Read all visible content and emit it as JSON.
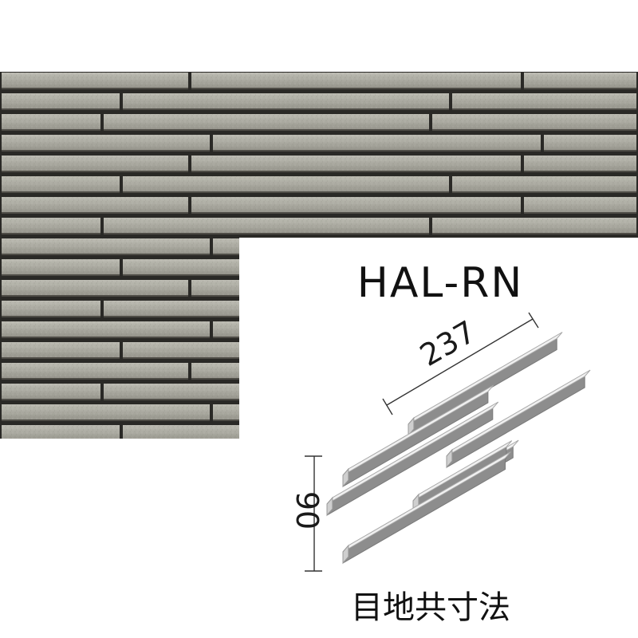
{
  "product": {
    "code": "HAL-RN"
  },
  "dimensions": {
    "length": "237",
    "height": "90"
  },
  "caption": "目地共寸法",
  "colors": {
    "stone_face": "#a9a89f",
    "stone_joint": "#2a2926",
    "strip_top": "#f0f0f0",
    "strip_side": "#8d8d8d",
    "background": "#ffffff"
  }
}
